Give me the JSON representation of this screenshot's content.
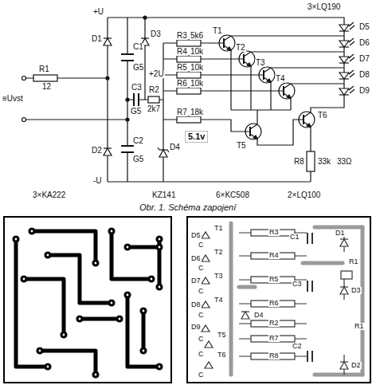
{
  "diagram": {
    "caption": "Obr. 1. Schéma zapojení",
    "labels": [
      "3×LQ190",
      "D5",
      "D6",
      "D7",
      "D8",
      "D9",
      "+U",
      "D1",
      "D3",
      "C1",
      "G5",
      "+2U",
      "R3",
      "5k6",
      "T1",
      "R4",
      "10k",
      "T2",
      "R5",
      "10k",
      "T3",
      "R6",
      "10k",
      "T4",
      "R1",
      "12",
      "≡Uvst",
      "C3",
      "G5",
      "R2",
      "2k7",
      "R7",
      "18k",
      "C2",
      "G5",
      "D2",
      "D4",
      "T5",
      "T6",
      "5.1v",
      "R8",
      "33k",
      "33Ω",
      "-U",
      "3×KA222",
      "KZ141",
      "6×KC508",
      "2×LQ100",
      "D5",
      "T1",
      "R3",
      "C1",
      "D1",
      "C",
      "D6",
      "T2",
      "R4",
      "R1",
      "C",
      "D7",
      "T3",
      "R5",
      "C3",
      "D3",
      "C",
      "D8",
      "T4",
      "R6",
      "C",
      "D4",
      "D9",
      "R2",
      "C",
      "T5",
      "R7",
      "R1",
      "C",
      "T6",
      "R8",
      "C2",
      "D2",
      "C"
    ]
  }
}
